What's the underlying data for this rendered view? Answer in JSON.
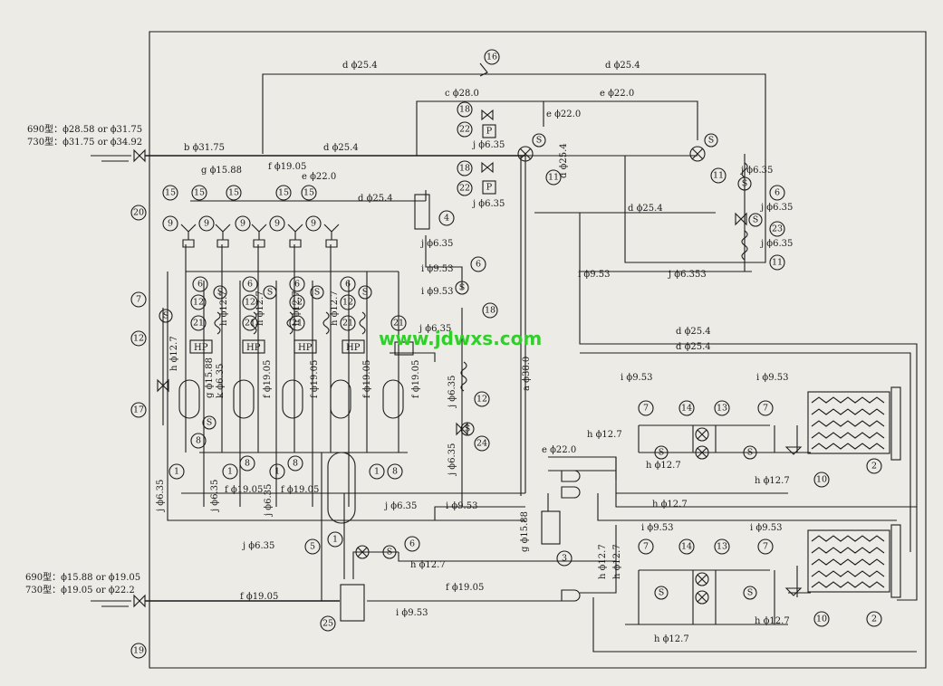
{
  "watermark": "www.jdwxs.com",
  "side_notes": {
    "top_690": "690型：ϕ28.58 or ϕ31.75",
    "top_730": "730型：ϕ31.75 or ϕ34.92",
    "bottom_690": "690型：ϕ15.88 or ϕ19.05",
    "bottom_730": "730型：ϕ19.05 or ϕ22.2"
  },
  "pipe_labels": {
    "d254": "d ϕ25.4",
    "c280": "c ϕ28.0",
    "e220": "e ϕ22.0",
    "b3175": "b ϕ31.75",
    "g1588": "g ϕ15.88",
    "f1905": "f ϕ19.05",
    "j635": "j ϕ6.35",
    "j6353": "j ϕ6.353",
    "i953": "i ϕ9.53",
    "h127": "h ϕ12.7",
    "k635": "k ϕ6.35",
    "a380": "a ϕ38.0",
    "g1588v": "g ϕ15.88"
  },
  "symbols": {
    "s": "S",
    "p": "P",
    "hp": "HP"
  },
  "components": [
    "1",
    "2",
    "3",
    "4",
    "5",
    "6",
    "7",
    "8",
    "9",
    "10",
    "11",
    "12",
    "13",
    "14",
    "15",
    "16",
    "17",
    "18",
    "19",
    "20",
    "21",
    "22",
    "23",
    "24",
    "25"
  ]
}
